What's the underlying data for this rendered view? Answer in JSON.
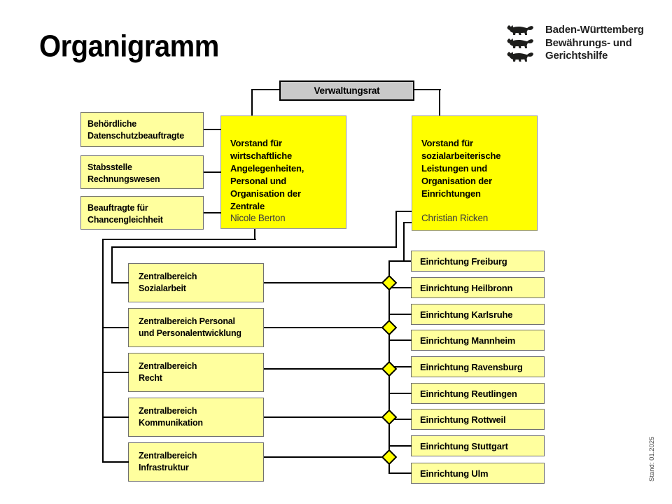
{
  "page": {
    "title": "Organigramm",
    "stand_note": "Stand: 01.2025"
  },
  "logo": {
    "icon": "bw-three-lions-coat-of-arms",
    "line1": "Baden-Württemberg",
    "line2": "Bewährungs- und",
    "line3": "Gerichtshilfe"
  },
  "board": {
    "label": "Verwaltungsrat"
  },
  "vorstand_left": {
    "title": "Vorstand für\nwirtschaftliche\nAngelegenheiten,\nPersonal und\nOrganisation der\nZentrale",
    "name": "Nicole Berton"
  },
  "vorstand_right": {
    "title": "Vorstand für\nsozialarbeiterische\nLeistungen und\nOrganisation der\nEinrichtungen",
    "name": "Christian Ricken"
  },
  "staff_units": {
    "items": [
      {
        "label": "Behördliche\nDatenschutzbeauftragte"
      },
      {
        "label": "Stabsstelle\nRechnungswesen"
      },
      {
        "label": "Beauftragte für\nChancengleichheit"
      }
    ]
  },
  "zentralbereiche": {
    "items": [
      {
        "label": "Zentralbereich\nSozialarbeit"
      },
      {
        "label": "Zentralbereich Personal\nund Personalentwicklung"
      },
      {
        "label": "Zentralbereich\nRecht"
      },
      {
        "label": "Zentralbereich\nKommunikation"
      },
      {
        "label": "Zentralbereich\nInfrastruktur"
      }
    ]
  },
  "einrichtungen": {
    "items": [
      {
        "label": "Einrichtung Freiburg"
      },
      {
        "label": "Einrichtung Heilbronn"
      },
      {
        "label": "Einrichtung Karlsruhe"
      },
      {
        "label": "Einrichtung Mannheim"
      },
      {
        "label": "Einrichtung Ravensburg"
      },
      {
        "label": "Einrichtung Reutlingen"
      },
      {
        "label": "Einrichtung Rottweil"
      },
      {
        "label": "Einrichtung Stuttgart"
      },
      {
        "label": "Einrichtung Ulm"
      }
    ]
  },
  "colors": {
    "accent_yellow": "#ffff00",
    "pale_yellow": "#ffff9e",
    "board_gray": "#c9c9c9",
    "line_black": "#000000"
  }
}
